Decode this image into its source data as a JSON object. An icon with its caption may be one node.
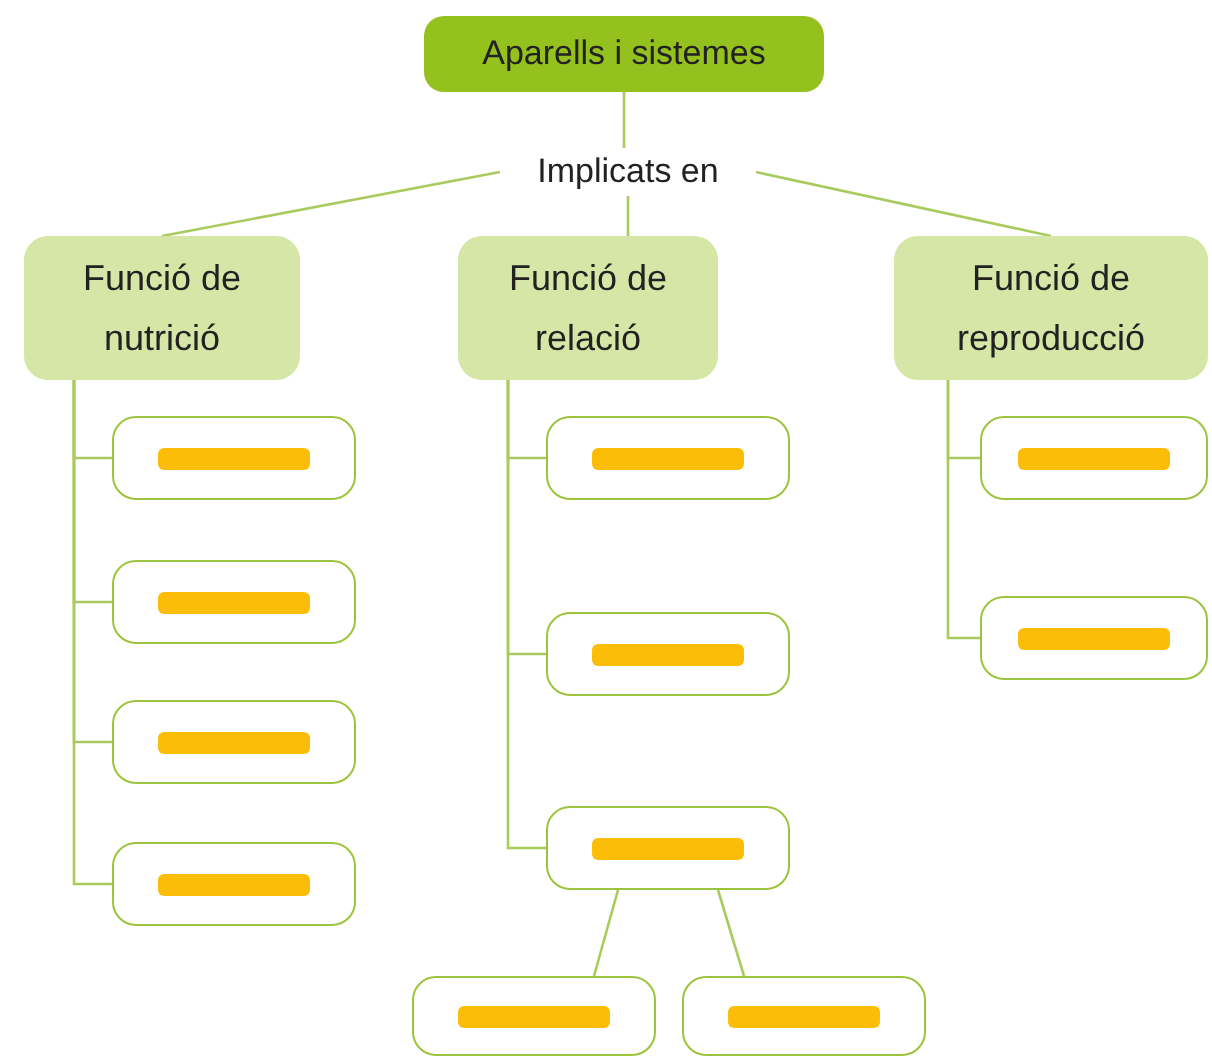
{
  "diagram": {
    "nodes": [
      {
        "text": [
          "Aparells i sistemes"
        ]
      },
      {
        "text": [
          "Implicats en"
        ]
      },
      {
        "text": [
          "Funció de nutrició"
        ]
      },
      {
        "text": [
          "Funció de relació"
        ]
      },
      {
        "text": [
          "Funció de reproducció"
        ]
      },
      {
        "text": [],
        "shape": "box"
      },
      {
        "text": [],
        "shape": "box"
      },
      {
        "text": [],
        "shape": "box"
      },
      {
        "text": [],
        "shape": "box"
      },
      {
        "text": [],
        "shape": "box"
      },
      {
        "text": [],
        "shape": "box"
      },
      {
        "text": [],
        "shape": "box"
      },
      {
        "text": [],
        "shape": "box"
      },
      {
        "text": [],
        "shape": "box"
      },
      {
        "text": [],
        "shape": "box"
      },
      {
        "text": [],
        "shape": "box"
      }
    ],
    "edges": [
      {
        "from": 0,
        "to": 1,
        "arrow": "none"
      },
      {
        "from": 1,
        "to": 2,
        "arrow": "none"
      },
      {
        "from": 1,
        "to": 3,
        "arrow": "none"
      },
      {
        "from": 1,
        "to": 4,
        "arrow": "none"
      },
      {
        "from": 2,
        "to": 5,
        "arrow": "none"
      },
      {
        "from": 2,
        "to": 6,
        "arrow": "none"
      },
      {
        "from": 2,
        "to": 7,
        "arrow": "none"
      },
      {
        "from": 2,
        "to": 8,
        "arrow": "none"
      },
      {
        "from": 3,
        "to": 9,
        "arrow": "none"
      },
      {
        "from": 3,
        "to": 10,
        "arrow": "none"
      },
      {
        "from": 3,
        "to": 11,
        "arrow": "none"
      },
      {
        "from": 11,
        "to": 12,
        "arrow": "none"
      },
      {
        "from": 11,
        "to": 13,
        "arrow": "none"
      },
      {
        "from": 4,
        "to": 14,
        "arrow": "none"
      },
      {
        "from": 4,
        "to": 15,
        "arrow": "none"
      }
    ]
  }
}
